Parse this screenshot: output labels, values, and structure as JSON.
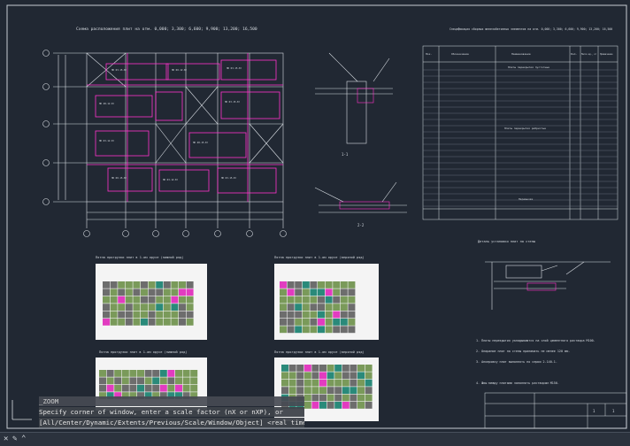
{
  "drawing": {
    "plan_title": "Схема расположения плит на отм. 0,000; 3,300; 6,600; 9,900; 13,200; 16,500",
    "spec_title": "Спецификация сборных железобетонных элементов на отм. 0,000; 3,300; 6,600; 9,900; 13,200; 16,500",
    "section_a": "1-1",
    "section_b": "2-2",
    "spec_headers": [
      "Поз.",
      "Обозначение",
      "Наименование",
      "Кол.",
      "Масса ед., кг",
      "Примечание"
    ],
    "spec_section_1": "Плиты перекрытия пустотные",
    "spec_section_2": "Плиты перекрытия ребристые",
    "spec_section_3": "Перемычки",
    "panel_1_title": "Пятна прогрузки плит в 1-ом ярусе (нижний ряд)",
    "panel_2_title": "Пятна прогрузки плит в 1-ом ярусе (верхний ряд)",
    "panel_3_title": "Пятна прогрузки плит в 1-ом ярусе (нижний ряд)",
    "panel_4_title": "Пятна прогрузки плит в 1-ом ярусе (верхний ряд)",
    "detail_title": "Деталь установки плит на стены",
    "notes": [
      "1. Плиты перекрытия укладываются на слой цементного раствора М100.",
      "2. Опирание плит на стены принимать не менее 120 мм.",
      "3. Анкеровку плит выполнять по серии 2.140-1.",
      "4. Швы между плитами заполнить раствором М150."
    ],
    "stamp_sheet": "1",
    "stamp_sheets": "1"
  },
  "command_line": {
    "history": "_ZOOM",
    "prompt": "Specify corner of window, enter a scale factor (nX or nXP), or",
    "options": "[All/Center/Dynamic/Extents/Previous/Scale/Window/Object] <real time>: _e",
    "input_placeholder": ""
  },
  "colors": {
    "canvas_bg": "#212833",
    "line_white": "#d8dde3",
    "line_magenta": "#ff33cc",
    "panel_green": "#7a9a5a",
    "panel_gray": "#6d6d6d",
    "panel_teal": "#2a8a7a",
    "panel_pink": "#e23cc0"
  }
}
